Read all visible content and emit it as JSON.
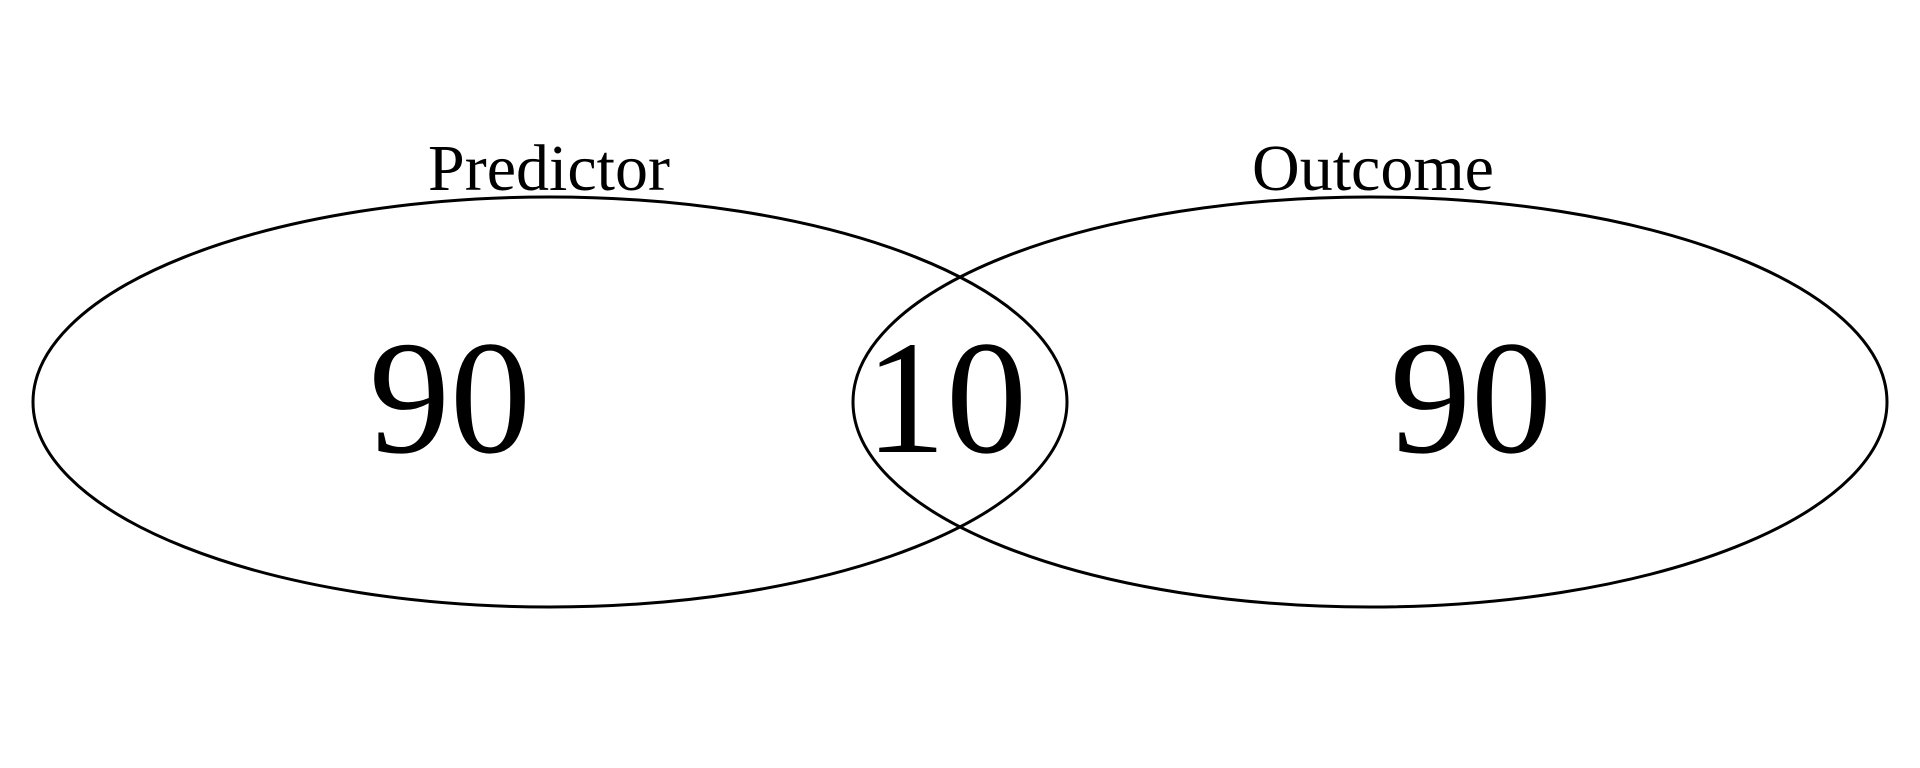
{
  "figure": {
    "type": "venn-diagram",
    "background_color": "#ffffff",
    "stroke_color": "#000000",
    "text_color": "#000000",
    "sets": [
      {
        "id": "left",
        "label": "Predictor",
        "only_value": "90"
      },
      {
        "id": "right",
        "label": "Outcome",
        "only_value": "90"
      }
    ],
    "intersection_value": "10"
  }
}
